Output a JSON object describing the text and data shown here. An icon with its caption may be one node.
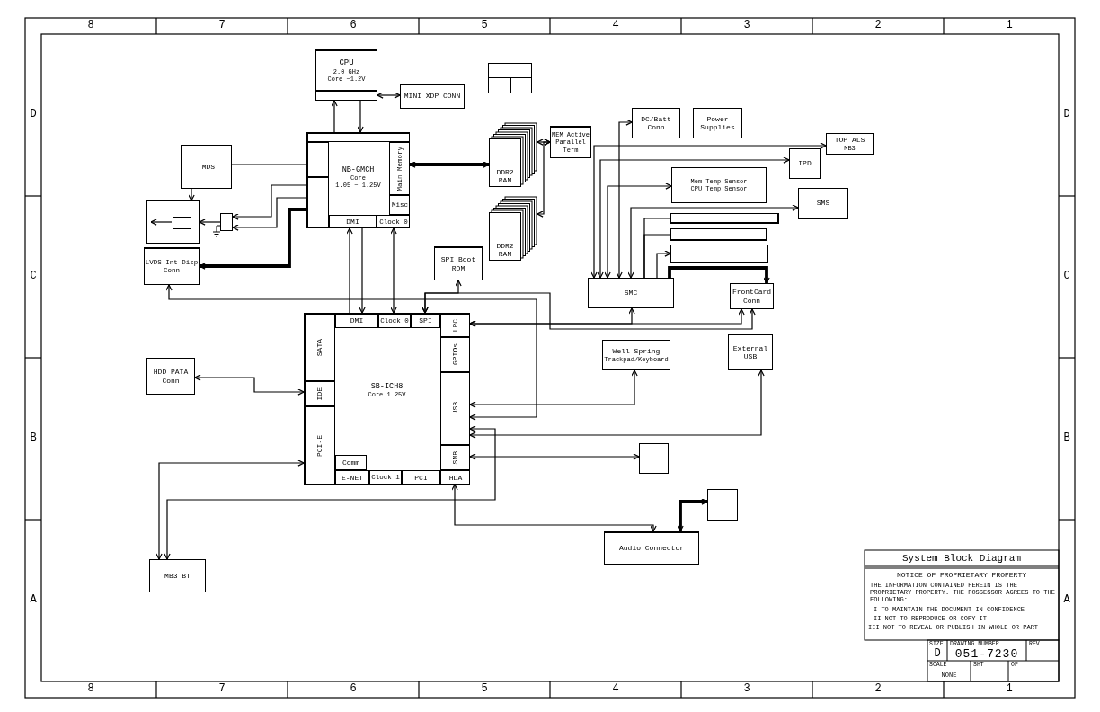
{
  "diagram": {
    "title": "System Block Diagram",
    "nodes": [
      {
        "text": [
          "CPU",
          "2.0 GHz",
          "Core ~1.2V"
        ]
      },
      {
        "text": [
          "MINI XDP CONN"
        ]
      },
      {
        "text": [],
        "shape": "box"
      },
      {
        "text": [
          "DC/Batt Conn"
        ]
      },
      {
        "text": [
          "Power Supplies"
        ]
      },
      {
        "text": [
          "TOP ALS",
          "MB3"
        ]
      },
      {
        "text": [
          "TMDS"
        ]
      },
      {
        "text": [
          "NB-GMCH",
          "Core",
          "1.05 ~ 1.25V"
        ]
      },
      {
        "text": [],
        "shape": "box",
        "in": 7
      },
      {
        "text": [],
        "shape": "box",
        "in": 7
      },
      {
        "text": [],
        "shape": "box",
        "in": 7
      },
      {
        "text": [
          "Main Memory"
        ],
        "in": 7
      },
      {
        "text": [
          "Misc"
        ],
        "in": 7
      },
      {
        "text": [
          "DMI"
        ],
        "in": 7
      },
      {
        "text": [
          "Clock 0"
        ],
        "in": 7
      },
      {
        "text": [
          "DDR2 RAM"
        ]
      },
      {
        "text": [
          "MEM Active Parallel Term"
        ]
      },
      {
        "text": [
          "IPD"
        ]
      },
      {
        "text": [
          "Mem Temp Sensor",
          "CPU Temp Sensor"
        ]
      },
      {
        "text": [],
        "shape": "box"
      },
      {
        "text": [],
        "shape": "box",
        "in": 19
      },
      {
        "text": [],
        "shape": "box"
      },
      {
        "text": [
          "DDR2 RAM"
        ]
      },
      {
        "text": [
          "SMS"
        ]
      },
      {
        "text": [],
        "shape": "bar"
      },
      {
        "text": [],
        "shape": "bar"
      },
      {
        "text": [],
        "shape": "bar"
      },
      {
        "text": [
          "LVDS Int Disp Conn"
        ]
      },
      {
        "text": [
          "SPI Boot ROM"
        ]
      },
      {
        "text": [
          "SMC"
        ]
      },
      {
        "text": [
          "FrontCard Conn"
        ]
      },
      {
        "text": [
          "SB-ICH8",
          "Core 1.25V"
        ]
      },
      {
        "text": [
          "DMI"
        ],
        "in": 31
      },
      {
        "text": [
          "Clock 0"
        ],
        "in": 31
      },
      {
        "text": [
          "SPI"
        ],
        "in": 31
      },
      {
        "text": [
          "SATA"
        ],
        "in": 31
      },
      {
        "text": [
          "LPC"
        ],
        "in": 31
      },
      {
        "text": [
          "GPIOs"
        ],
        "in": 31
      },
      {
        "text": [
          "IDE"
        ],
        "in": 31
      },
      {
        "text": [
          "USB"
        ],
        "in": 31
      },
      {
        "text": [
          "PCI-E"
        ],
        "in": 31
      },
      {
        "text": [
          "Comm"
        ],
        "in": 31
      },
      {
        "text": [
          "SMB"
        ],
        "in": 31
      },
      {
        "text": [
          "E-NET"
        ],
        "in": 31
      },
      {
        "text": [
          "Clock 1"
        ],
        "in": 31
      },
      {
        "text": [
          "PCI"
        ],
        "in": 31
      },
      {
        "text": [
          "HDA"
        ],
        "in": 31
      },
      {
        "text": [
          "Well Spring",
          "Trackpad/Keyboard"
        ]
      },
      {
        "text": [
          "External USB"
        ]
      },
      {
        "text": [
          "HDD PATA Conn"
        ]
      },
      {
        "text": [],
        "shape": "box"
      },
      {
        "text": [],
        "shape": "box"
      },
      {
        "text": [
          "Audio Connector"
        ]
      },
      {
        "text": [
          "MB3 BT"
        ]
      }
    ],
    "edges": [
      {
        "from": 8,
        "to": 0,
        "arrow": "to"
      },
      {
        "from": 0,
        "to": 8,
        "arrow": "to"
      },
      {
        "from": 0,
        "to": 1,
        "arrow": "both"
      },
      {
        "from": 6,
        "to": 9,
        "arrow": "none"
      },
      {
        "from": 6,
        "to": 19,
        "arrow": "to"
      },
      {
        "from": 10,
        "to": 21,
        "arrow": "to"
      },
      {
        "from": 10,
        "to": 21,
        "arrow": "to"
      },
      {
        "from": 21,
        "to": 19,
        "arrow": "to"
      },
      {
        "from": 20,
        "to": null,
        "arrow": "to"
      },
      {
        "from": 10,
        "to": 27,
        "arrow": "to",
        "style": "thick"
      },
      {
        "from": 11,
        "to": 15,
        "arrow": "both",
        "style": "thick"
      },
      {
        "from": 16,
        "to": 15,
        "arrow": "both"
      },
      {
        "from": 16,
        "to": 22,
        "arrow": "both"
      },
      {
        "from": 32,
        "to": 13,
        "arrow": "to"
      },
      {
        "from": 13,
        "to": 32,
        "arrow": "to"
      },
      {
        "from": 14,
        "to": 33,
        "arrow": "both"
      },
      {
        "from": 34,
        "to": 28,
        "arrow": "both"
      },
      {
        "from": 34,
        "to": 30,
        "arrow": "both"
      },
      {
        "from": 36,
        "to": 30,
        "arrow": "both"
      },
      {
        "from": 29,
        "to": 36,
        "arrow": "both"
      },
      {
        "from": 39,
        "to": 27,
        "arrow": "both"
      },
      {
        "from": 39,
        "to": 47,
        "arrow": "both"
      },
      {
        "from": 39,
        "to": 48,
        "arrow": "both"
      },
      {
        "from": 39,
        "to": 53,
        "arrow": "both"
      },
      {
        "from": 40,
        "to": 53,
        "arrow": "both"
      },
      {
        "from": 38,
        "to": 49,
        "arrow": "both"
      },
      {
        "from": 42,
        "to": 50,
        "arrow": "both"
      },
      {
        "from": 46,
        "to": 52,
        "arrow": "both"
      },
      {
        "from": 52,
        "to": 51,
        "arrow": "both",
        "style": "thick"
      },
      {
        "from": 29,
        "to": 5,
        "arrow": "both"
      },
      {
        "from": 29,
        "to": 17,
        "arrow": "both"
      },
      {
        "from": 29,
        "to": 18,
        "arrow": "both"
      },
      {
        "from": 29,
        "to": 3,
        "arrow": "both"
      },
      {
        "from": 29,
        "to": 23,
        "arrow": "both"
      },
      {
        "from": 29,
        "to": 24,
        "arrow": "none"
      },
      {
        "from": 29,
        "to": 25,
        "arrow": "none"
      },
      {
        "from": 29,
        "to": 26,
        "arrow": "to"
      },
      {
        "from": 29,
        "to": 30,
        "arrow": "to",
        "style": "thick"
      }
    ],
    "labels": [
      "8",
      "7",
      "6",
      "5",
      "4",
      "3",
      "2",
      "1",
      "D",
      "C",
      "B",
      "A",
      "D",
      "C",
      "B",
      "A",
      "NOTICE OF PROPRIETARY PROPERTY",
      "THE INFORMATION CONTAINED HEREIN IS THE PROPRIETARY PROPERTY. THE POSSESSOR AGREES TO THE FOLLOWING:",
      "I TO MAINTAIN THE DOCUMENT IN CONFIDENCE",
      "II NOT TO REPRODUCE OR COPY IT",
      "III NOT TO REVEAL OR PUBLISH IN WHOLE OR PART",
      "SIZE",
      "D",
      "DRAWING NUMBER",
      "051-7230",
      "REV.",
      "SCALE",
      "NONE",
      "SHT",
      "OF",
      "8",
      "7",
      "6",
      "5",
      "4",
      "3",
      "2",
      "1"
    ]
  }
}
